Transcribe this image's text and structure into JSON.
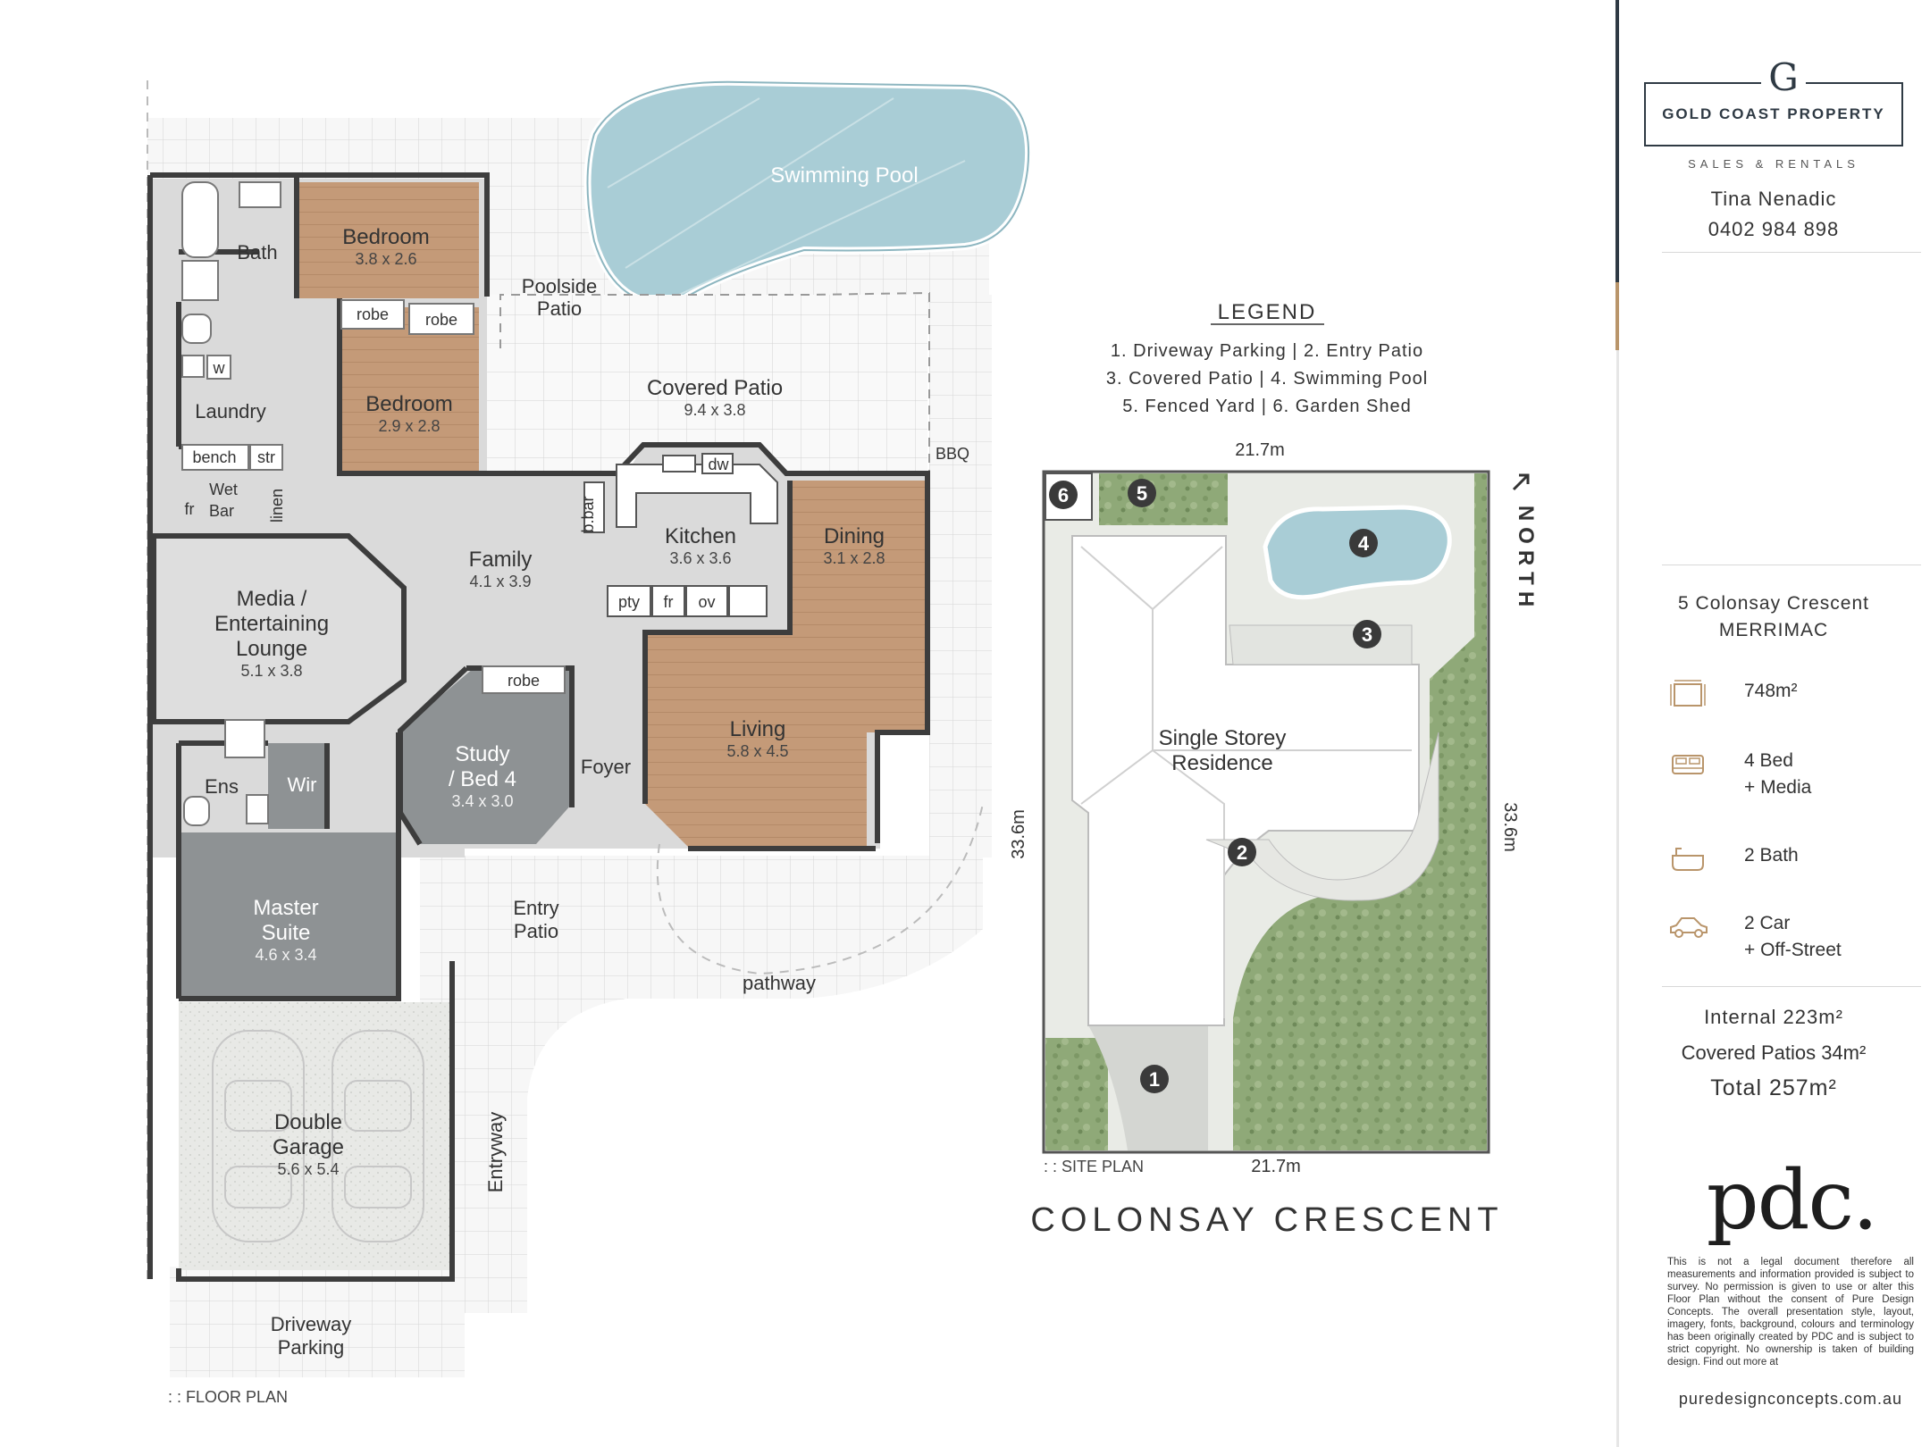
{
  "floor_plan": {
    "caption": ": : FLOOR PLAN",
    "rooms": {
      "swimming_pool": "Swimming Pool",
      "bath": "Bath",
      "bedroom1": {
        "name": "Bedroom",
        "dim": "3.8 x 2.6"
      },
      "bedroom2": {
        "name": "Bedroom",
        "dim": "2.9 x 2.8"
      },
      "robe_a": "robe",
      "robe_b": "robe",
      "robe_c": "robe",
      "w": "w",
      "laundry": "Laundry",
      "bench": "bench",
      "str": "str",
      "fr_laundry": "fr",
      "wet_bar": [
        "Wet",
        "Bar"
      ],
      "linen": "linen",
      "poolside_patio": [
        "Poolside",
        "Patio"
      ],
      "covered_patio": {
        "name": "Covered Patio",
        "dim": "9.4 x 3.8"
      },
      "bbq": "BBQ",
      "family": {
        "name": "Family",
        "dim": "4.1 x 3.9"
      },
      "b_bar": "b.bar",
      "kitchen": {
        "name": "Kitchen",
        "dim": "3.6 x 3.6"
      },
      "dw": "dw",
      "pty": "pty",
      "fr_kitchen": "fr",
      "ov": "ov",
      "dining": {
        "name": "Dining",
        "dim": "3.1 x 2.8"
      },
      "media": {
        "lines": [
          "Media /",
          "Entertaining",
          "Lounge"
        ],
        "dim": "5.1 x 3.8"
      },
      "living": {
        "name": "Living",
        "dim": "5.8 x 4.5"
      },
      "study": {
        "lines": [
          "Study",
          "/ Bed 4"
        ],
        "dim": "3.4 x 3.0"
      },
      "foyer": "Foyer",
      "ens": "Ens",
      "wir": "Wir",
      "master": {
        "lines": [
          "Master",
          "Suite"
        ],
        "dim": "4.6 x 3.4"
      },
      "entry_patio": [
        "Entry",
        "Patio"
      ],
      "pathway": "pathway",
      "garage": {
        "lines": [
          "Double",
          "Garage"
        ],
        "dim": "5.6 x 5.4"
      },
      "entryway": "Entryway",
      "driveway": [
        "Driveway",
        "Parking"
      ]
    }
  },
  "legend": {
    "title": "LEGEND",
    "lines": [
      "1. Driveway Parking  |  2. Entry Patio",
      "3. Covered Patio  |  4. Swimming Pool",
      "5. Fenced Yard  |  6. Garden Shed"
    ]
  },
  "site_plan": {
    "caption": ": : SITE PLAN",
    "top_dim": "21.7m",
    "bottom_dim": "21.7m",
    "left_dim": "33.6m",
    "right_dim": "33.6m",
    "north": "NORTH",
    "residence": [
      "Single Storey",
      "Residence"
    ],
    "markers": [
      "1",
      "2",
      "3",
      "4",
      "5",
      "6"
    ]
  },
  "street_name": "COLONSAY CRESCENT",
  "sidebar": {
    "logo_letter": "G",
    "logo_name": "GOLD COAST PROPERTY",
    "logo_sub": "SALES & RENTALS",
    "agent_name": "Tina Nenadic",
    "agent_phone": "0402 984 898",
    "address_line1": "5 Colonsay Crescent",
    "address_line2": "MERRIMAC",
    "features": [
      {
        "icon": "land-icon",
        "line1": "748m²",
        "line2": ""
      },
      {
        "icon": "bed-icon",
        "line1": "4 Bed",
        "line2": "+ Media"
      },
      {
        "icon": "bath-icon",
        "line1": "2 Bath",
        "line2": ""
      },
      {
        "icon": "car-icon",
        "line1": "2 Car",
        "line2": "+ Off-Street"
      }
    ],
    "internal": "Internal 223m²",
    "covered": "Covered Patios 34m²",
    "total": "Total 257m²",
    "brand": "pdc.",
    "disclaimer": "This is not a legal document therefore all measurements and information provided is subject to survey. No permission is given to use or alter this Floor Plan without the consent of Pure Design Concepts. The overall presentation style, layout, imagery, fonts, background, colours and terminology has been originally created by PDC and is subject to strict copyright. No ownership is taken of building design. Find out more at",
    "url": "puredesignconcepts.com.au"
  },
  "colors": {
    "wall": "#3d3d3d",
    "floor": "#d9d9d9",
    "timber": "#c49a78",
    "dark_room": "#8e9294",
    "pool": "#a9cdd6",
    "lawn": "#8fa978",
    "accent_dark": "#2f3a44",
    "accent_gold": "#b9956b"
  }
}
